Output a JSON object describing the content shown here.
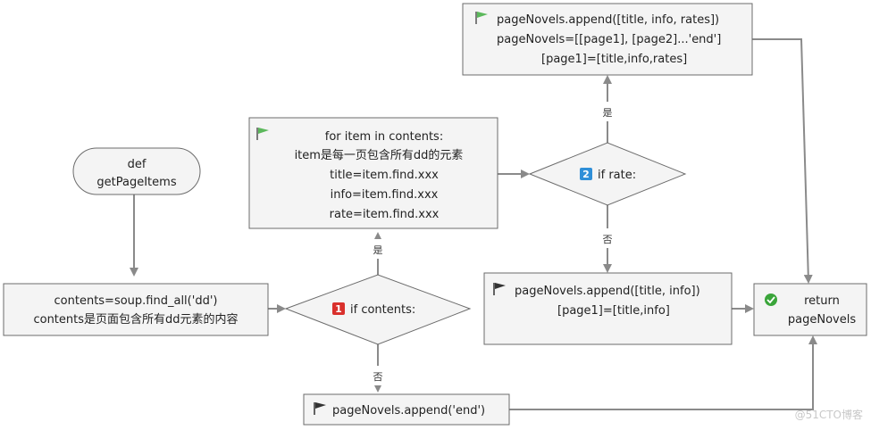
{
  "nodes": {
    "start": {
      "lines": [
        "def",
        "getPageItems"
      ]
    },
    "contents": {
      "lines": [
        "contents=soup.find_all('dd')",
        "contents是页面包含所有dd元素的内容"
      ]
    },
    "if_contents": {
      "badge": "1",
      "label": "if contents:"
    },
    "loop": {
      "lines": [
        "for item in contents:",
        "item是每一页包含所有dd的元素",
        "title=item.find.xxx",
        "info=item.find.xxx",
        "rate=item.find.xxx"
      ]
    },
    "if_rate": {
      "badge": "2",
      "label": "if rate:"
    },
    "append_rates": {
      "lines": [
        "pageNovels.append([title, info, rates])",
        "pageNovels=[[page1], [page2]...'end']",
        "[page1]=[title,info,rates]"
      ]
    },
    "append_info": {
      "lines": [
        "pageNovels.append([title, info])",
        "[page1]=[title,info]"
      ]
    },
    "append_end": {
      "lines": [
        "pageNovels.append('end')"
      ]
    },
    "return": {
      "lines": [
        "return",
        "pageNovels"
      ]
    }
  },
  "edges": {
    "yes_label": "是",
    "no_label": "否"
  },
  "watermark": "@51CTO博客",
  "colors": {
    "flag_green": "#5cb85c",
    "flag_black": "#333333",
    "badge_red": "#d9302c",
    "badge_blue": "#2f8fd8",
    "check_green": "#3aa53a"
  },
  "icons": {
    "loop": "green-flag-icon",
    "append_rates": "green-flag-icon",
    "append_info": "black-flag-icon",
    "append_end": "black-flag-icon",
    "return": "green-check-icon"
  }
}
